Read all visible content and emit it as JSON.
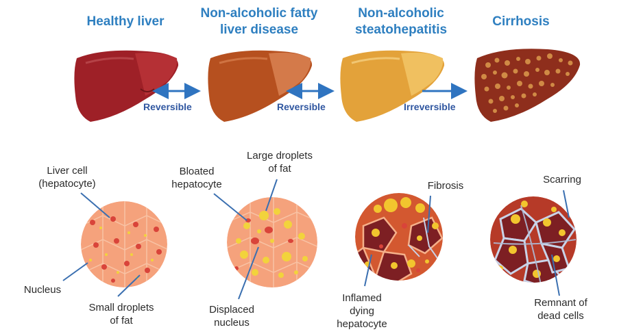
{
  "stages": [
    {
      "title_line1": "Healthy liver",
      "title_line2": ""
    },
    {
      "title_line1": "Non-alcoholic fatty",
      "title_line2": "liver disease"
    },
    {
      "title_line1": "Non-alcoholic",
      "title_line2": "steatohepatitis"
    },
    {
      "title_line1": "Cirrhosis",
      "title_line2": ""
    }
  ],
  "arrows": [
    {
      "label": "Reversible",
      "direction": "both"
    },
    {
      "label": "Reversible",
      "direction": "both"
    },
    {
      "label": "Irreversible",
      "direction": "forward"
    }
  ],
  "callouts": {
    "liver_cell": [
      "Liver cell",
      "(hepatocyte)"
    ],
    "nucleus": [
      "Nucleus"
    ],
    "small_droplets": [
      "Small droplets",
      "of fat"
    ],
    "bloated": [
      "Bloated",
      "hepatocyte"
    ],
    "large_droplets": [
      "Large droplets",
      "of fat"
    ],
    "displaced": [
      "Displaced",
      "nucleus"
    ],
    "fibrosis": [
      "Fibrosis"
    ],
    "inflamed": [
      "Inflamed",
      "dying",
      "hepatocyte"
    ],
    "scarring": [
      "Scarring"
    ],
    "remnant": [
      "Remnant of",
      "dead cells"
    ]
  },
  "colors": {
    "title": "#2e7fc0",
    "arrow": "#2f74c0",
    "arrow_label": "#2f56a0",
    "healthy_liver": "#9e2027",
    "fatty_liver": "#b6501f",
    "nash_liver": "#e3a23a",
    "cirrhosis_liver": "#8e2e1c",
    "tissue": "#f5a27c",
    "fat": "#f2d33c",
    "nucleus": "#d9443a"
  }
}
